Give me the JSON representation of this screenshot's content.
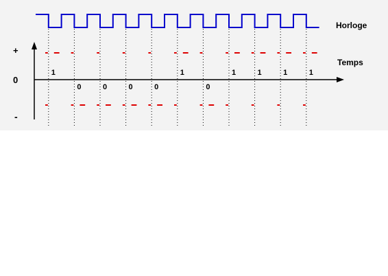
{
  "labels": {
    "clock": "Horloge",
    "time": "Temps",
    "plus": "+",
    "zero": "0",
    "minus": "-"
  },
  "bits": [
    "1",
    "0",
    "0",
    "0",
    "0",
    "1",
    "0",
    "1",
    "1",
    "1",
    "1"
  ],
  "colors": {
    "clock": "#0000cc",
    "signal": "#dd0000",
    "axis": "#000000",
    "grid": "#000000",
    "background": "#f3f3f3"
  }
}
